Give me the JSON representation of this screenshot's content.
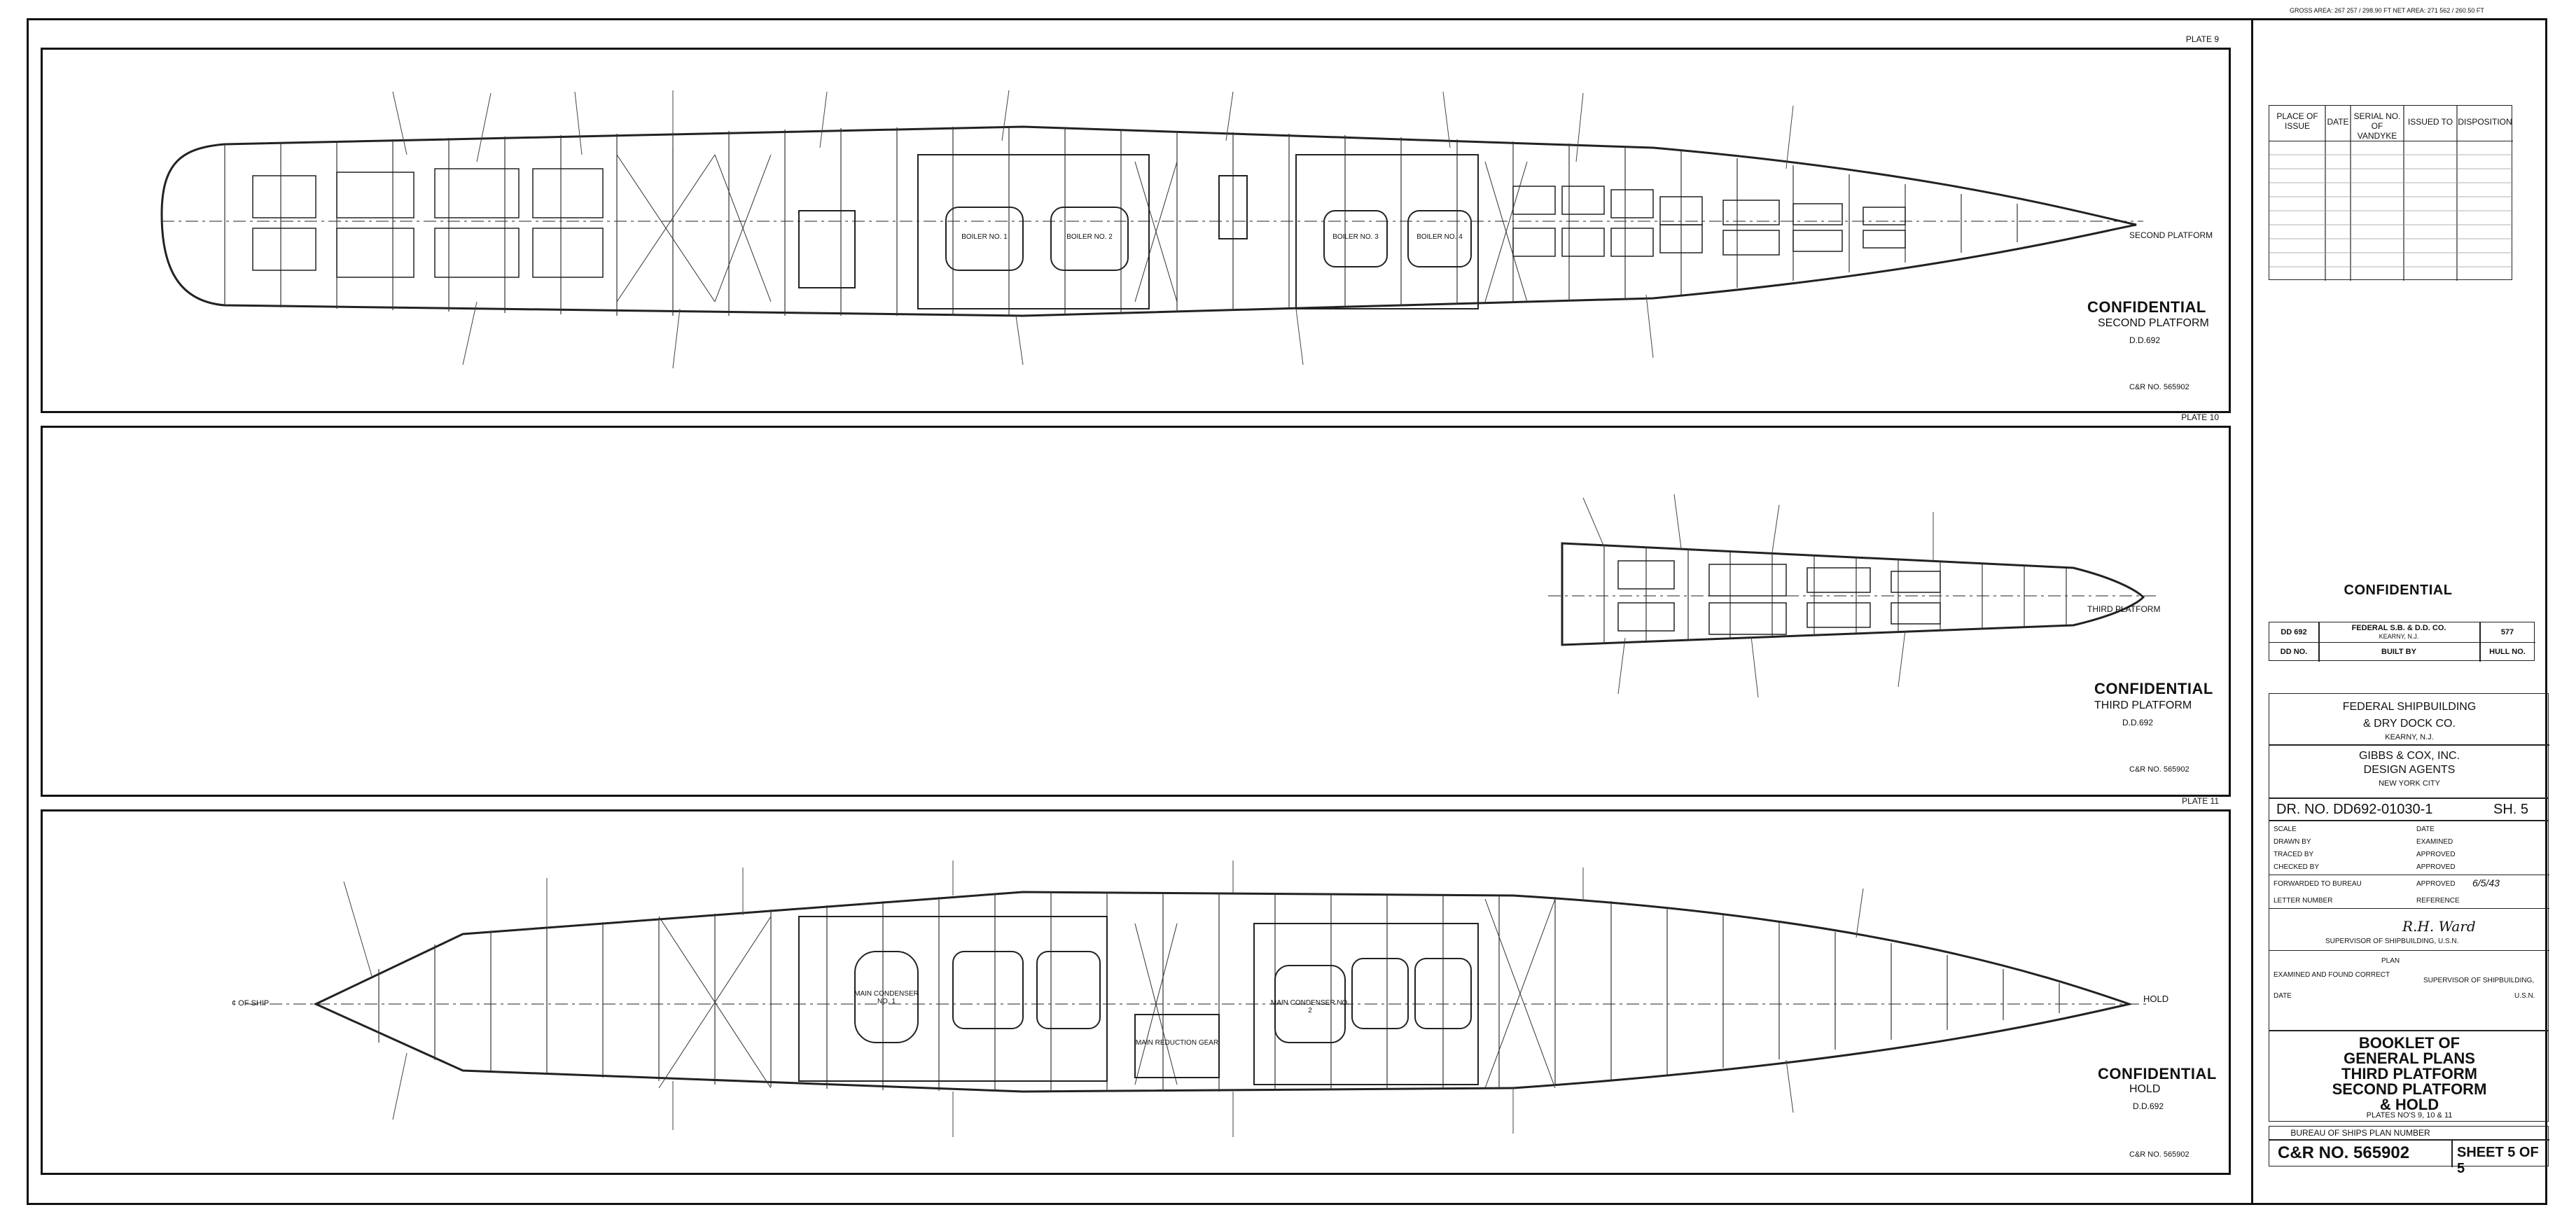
{
  "header": {
    "top_right_note": "GROSS AREA: 267 257 / 298.90 FT  NET AREA: 271 562 / 260.50 FT"
  },
  "plates": [
    {
      "plate_label": "PLATE 9",
      "classification": "CONFIDENTIAL",
      "title": "SECOND PLATFORM",
      "hull": "D.D.692",
      "plan_no": "C&R NO. 565902",
      "platform_note": "SECOND PLATFORM"
    },
    {
      "plate_label": "PLATE 10",
      "classification": "CONFIDENTIAL",
      "title": "THIRD PLATFORM",
      "hull": "D.D.692",
      "plan_no": "C&R NO. 565902",
      "platform_note": "THIRD PLATFORM"
    },
    {
      "plate_label": "PLATE 11",
      "classification": "CONFIDENTIAL",
      "title": "HOLD",
      "hull": "D.D.692",
      "plan_no": "C&R NO. 565902",
      "platform_note": "HOLD"
    }
  ],
  "room_labels": {
    "boiler_1": "BOILER NO. 1",
    "boiler_2": "BOILER NO. 2",
    "boiler_3": "BOILER NO. 3",
    "boiler_4": "BOILER NO. 4",
    "main_condenser_1": "MAIN CONDENSER NO. 1",
    "main_condenser_2": "MAIN CONDENSER NO. 2",
    "main_reduction_gear": "MAIN REDUCTION GEAR",
    "cl_of_ship": "¢ OF SHIP"
  },
  "distribution_table": {
    "headers": [
      "PLACE OF ISSUE",
      "DATE",
      "SERIAL NO. OF VANDYKE",
      "ISSUED TO",
      "DISPOSITION"
    ],
    "rows": 10
  },
  "title_block": {
    "classification": "CONFIDENTIAL",
    "hull_no": "DD 692",
    "builder_line": "FEDERAL S.B. & D.D. CO.",
    "builder_location": "KEARNY, N.J.",
    "hull_number": "577",
    "col_dd_no": "DD NO.",
    "col_built_by": "BUILT BY",
    "col_hull_no": "HULL NO.",
    "shipbuilder_1": "FEDERAL SHIPBUILDING",
    "shipbuilder_2": "& DRY DOCK CO.",
    "shipbuilder_3": "KEARNY, N.J.",
    "agent_1": "GIBBS & COX, INC.",
    "agent_2": "DESIGN AGENTS",
    "agent_3": "NEW YORK CITY",
    "drawing_no": "DR. NO. DD692-01030-1",
    "sheet_short": "SH. 5",
    "scale_label": "SCALE",
    "date_label": "DATE",
    "drawn_by_label": "DRAWN BY",
    "examined_label": "EXAMINED",
    "traced_by_label": "TRACED BY",
    "approved_label": "APPROVED",
    "checked_by_label": "CHECKED BY",
    "approved2_label": "APPROVED",
    "forwarded_label": "FORWARDED TO BUREAU",
    "approved3_label": "APPROVED",
    "approved3_value": "6/5/43",
    "letter_number_label": "LETTER NUMBER",
    "reference_label": "REFERENCE",
    "signature": "R.H. Ward",
    "supervisor_line": "SUPERVISOR OF SHIPBUILDING, U.S.N.",
    "plan_label": "PLAN",
    "examined_found_label": "EXAMINED AND FOUND CORRECT",
    "supervisor_line_2": "SUPERVISOR OF SHIPBUILDING,",
    "date2_label": "DATE",
    "usn": "U.S.N.",
    "booklet_1": "BOOKLET OF",
    "booklet_2": "GENERAL PLANS",
    "booklet_3": "THIRD PLATFORM",
    "booklet_4": "SECOND PLATFORM",
    "booklet_5": "& HOLD",
    "booklet_plates": "PLATES NO'S 9, 10 & 11",
    "bureau_label": "BUREAU OF SHIPS PLAN NUMBER",
    "cr_no": "C&R NO. 565902",
    "sheet": "SHEET 5 OF 5"
  }
}
